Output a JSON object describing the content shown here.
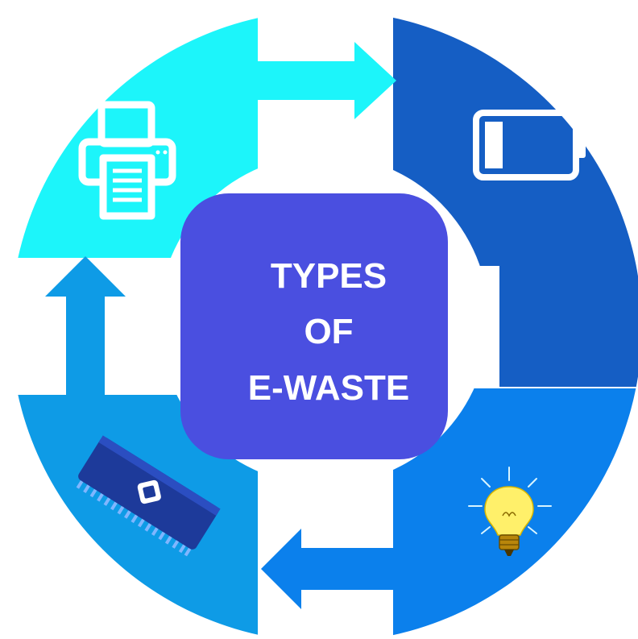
{
  "title": {
    "line1": "TYPES",
    "line2": "OF",
    "line3": "E-WASTE"
  },
  "colors": {
    "top_left": "#1CF5FA",
    "top_right": "#155EC4",
    "bottom_right": "#0B80EC",
    "bottom_left": "#0E9BE6",
    "center": "#4A4FE0",
    "outline": "#ffffff"
  },
  "segments": [
    {
      "position": "top-left",
      "icon": "printer-icon"
    },
    {
      "position": "top-right",
      "icon": "battery-icon"
    },
    {
      "position": "bottom-right",
      "icon": "light-bulb-icon"
    },
    {
      "position": "bottom-left",
      "icon": "microchip-icon"
    }
  ],
  "flow": [
    "top-left",
    "top-right",
    "bottom-right",
    "bottom-left"
  ]
}
